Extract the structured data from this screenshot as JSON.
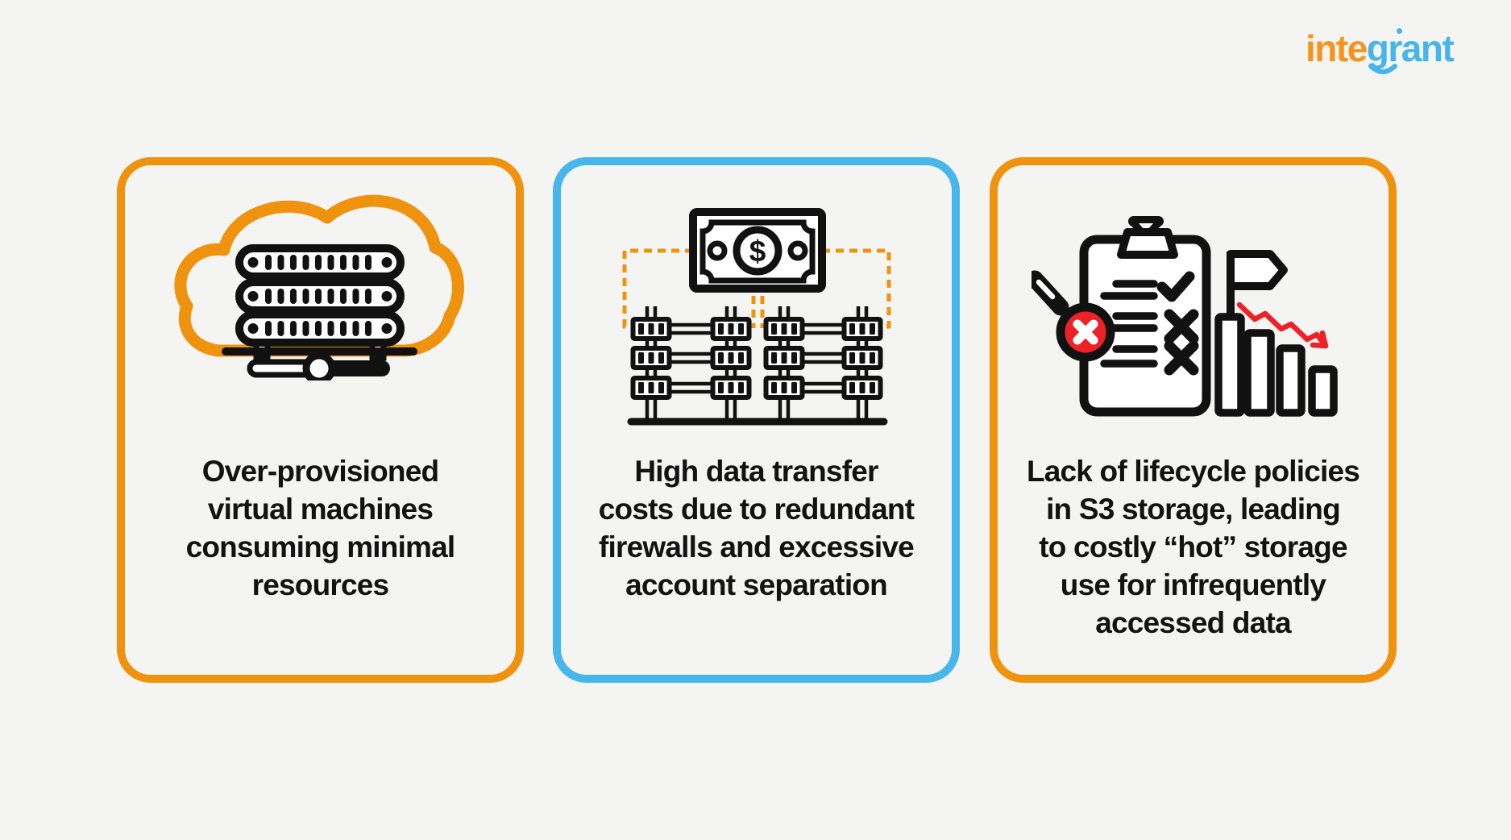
{
  "logo": {
    "part1": "inte",
    "part2": "grant"
  },
  "colors": {
    "orange": "#EF930E",
    "blue": "#47B7EA",
    "red": "#EC2227",
    "ink": "#121212",
    "background": "#F4F4F3",
    "logo_orange": "#F5951D",
    "logo_blue": "#47B5E9"
  },
  "cards": [
    {
      "id": "over-provisioned-vms",
      "border_color": "#EF930E",
      "icon": "cloud-servers-icon",
      "text": "Over-provisioned\nvirtual machines\nconsuming minimal\nresources"
    },
    {
      "id": "data-transfer-costs",
      "border_color": "#47B7EA",
      "icon": "money-firewalls-icon",
      "text": "High data transfer\ncosts due to redundant\nfirewalls and excessive\naccount separation"
    },
    {
      "id": "lifecycle-policies",
      "border_color": "#EF930E",
      "icon": "audit-decline-icon",
      "text": "Lack of lifecycle policies\nin S3 storage, leading\nto costly “hot” storage\nuse for infrequently\naccessed data"
    }
  ]
}
